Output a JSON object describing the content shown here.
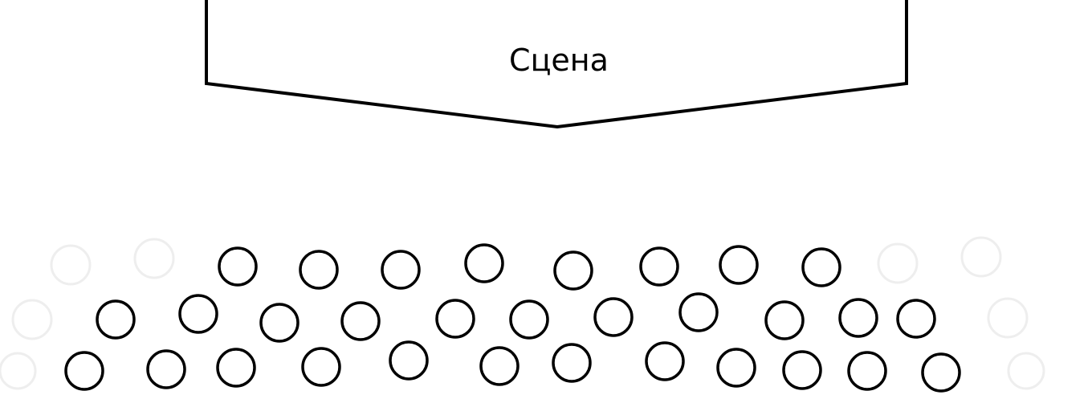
{
  "stage": {
    "label": "Сцена"
  },
  "seating": {
    "rows": [
      {
        "seat_count": 8
      },
      {
        "seat_count": 11
      },
      {
        "seat_count": 12
      }
    ]
  },
  "colors": {
    "outline": "#000000",
    "background": "#ffffff",
    "faded_seat": "#eeeeee"
  }
}
